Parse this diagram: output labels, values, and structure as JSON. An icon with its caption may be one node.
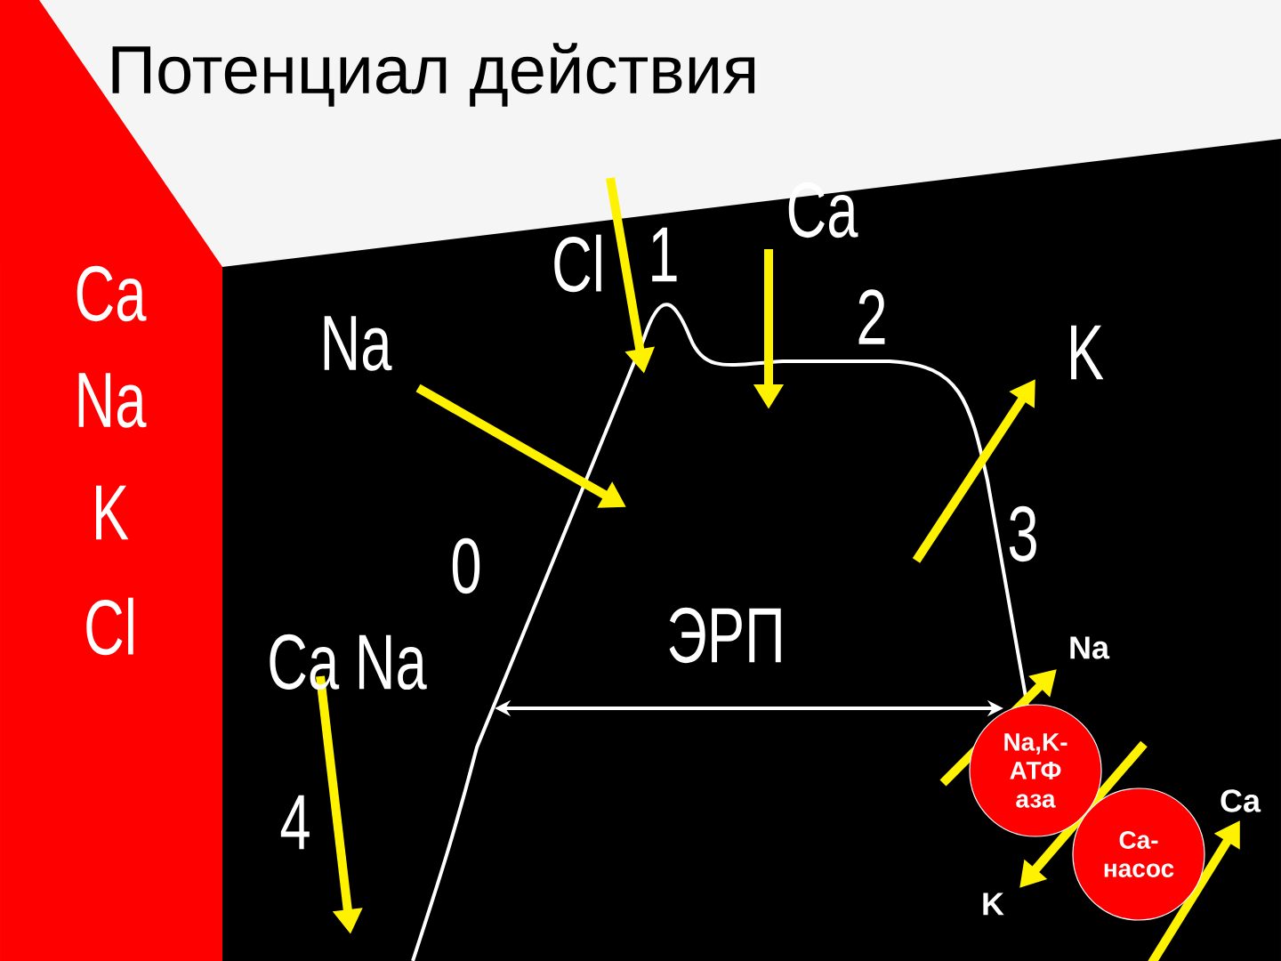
{
  "diagram": {
    "title": "Потенциал действия",
    "nodes": [
      {
        "text": [
          "Na,K- АТФ аза"
        ]
      },
      {
        "text": [
          "Ca- насос"
        ]
      }
    ],
    "labels": [
      "Ca",
      "Cl",
      "1",
      "Ca",
      "2",
      "Na",
      "K",
      "Na",
      "K",
      "3",
      "0",
      "Ca Na",
      "ЭРП",
      "Na",
      "Cl",
      "4",
      "Ca",
      "K"
    ]
  }
}
